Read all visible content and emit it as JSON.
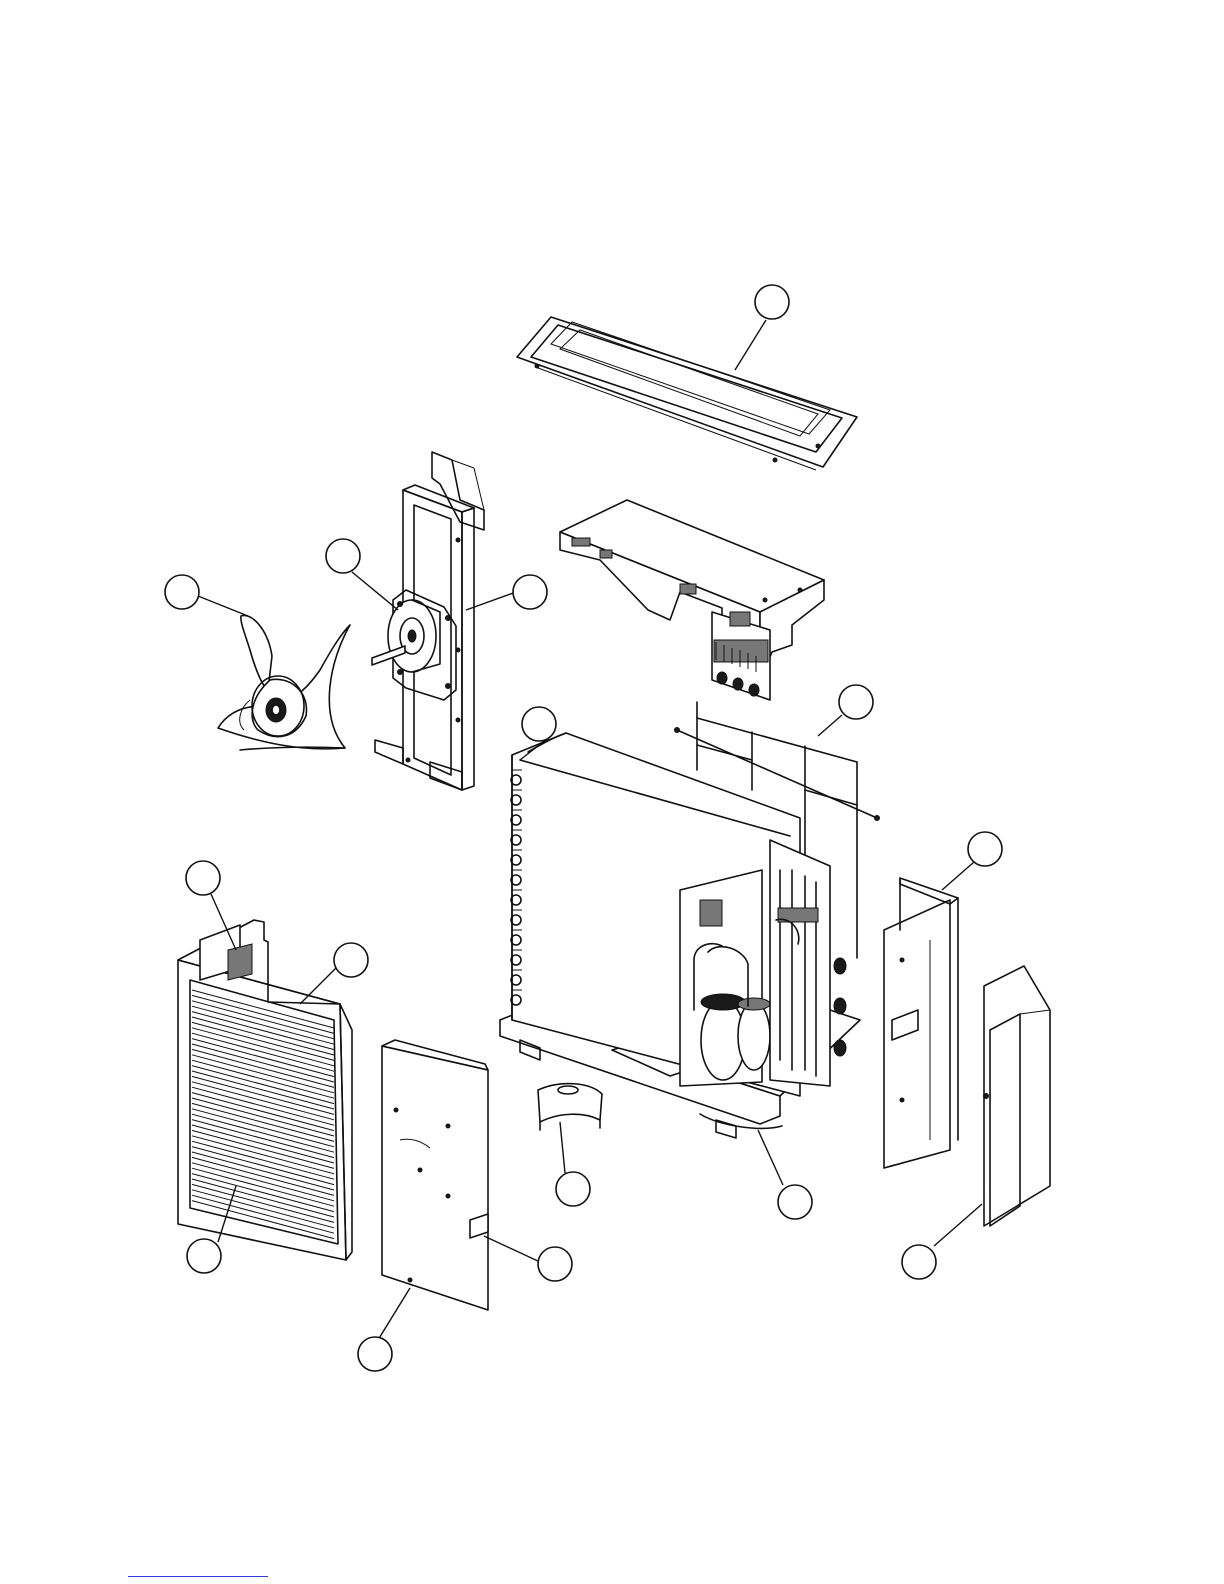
{
  "figure": {
    "type": "exploded-parts-view",
    "line_color": "#111111",
    "background": "#ffffff",
    "link_underline_color": "#2a3fd6"
  },
  "callouts": [
    {
      "id": "top-panel"
    },
    {
      "id": "fan-motor"
    },
    {
      "id": "propeller-fan"
    },
    {
      "id": "motor-support"
    },
    {
      "id": "condenser-coil"
    },
    {
      "id": "control-box"
    },
    {
      "id": "wiring-frame"
    },
    {
      "id": "front-panel-bracket"
    },
    {
      "id": "front-panel-side"
    },
    {
      "id": "front-grille-panel"
    },
    {
      "id": "partition-plate"
    },
    {
      "id": "partition-label"
    },
    {
      "id": "lower-panel"
    },
    {
      "id": "drain-cap"
    },
    {
      "id": "base-compressor-assy"
    },
    {
      "id": "side-panel"
    },
    {
      "id": "service-cover"
    }
  ]
}
